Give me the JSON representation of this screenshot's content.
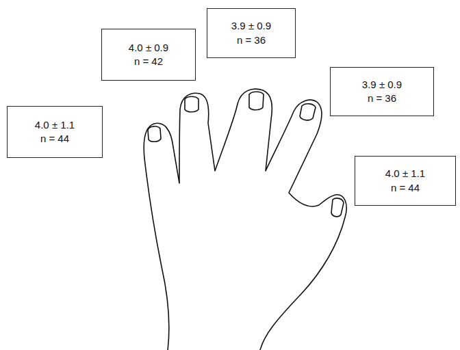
{
  "diagram": {
    "nodes": [
      {
        "text": [
          "4.0 ± 1.1",
          "n = 44"
        ]
      },
      {
        "text": [
          "4.0 ± 0.9",
          "n = 42"
        ]
      },
      {
        "text": [
          "3.9 ± 0.9",
          "n = 36"
        ]
      },
      {
        "text": [
          "3.9 ± 0.9",
          "n = 36"
        ]
      },
      {
        "text": [
          "4.0 ± 1.1",
          "n = 44"
        ]
      }
    ]
  }
}
